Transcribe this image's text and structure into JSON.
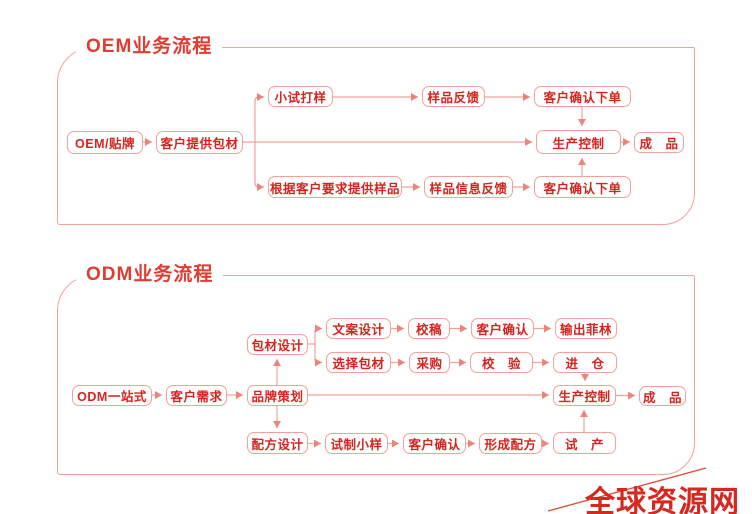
{
  "colors": {
    "line": "#f0a29b",
    "arrow": "#e8857d",
    "box_border": "#f0a29b",
    "box_text": "#d42420",
    "title": "#e23c31",
    "watermark": "#d6281f"
  },
  "oem": {
    "title": "OEM业务流程",
    "nodes": {
      "brand": {
        "label": "OEM/贴牌"
      },
      "packaging": {
        "label": "客户提供包材"
      },
      "trial": {
        "label": "小试打样"
      },
      "feedback": {
        "label": "样品反馈"
      },
      "confirm_top": {
        "label": "客户确认下单"
      },
      "production": {
        "label": "生产控制"
      },
      "finished": {
        "label": "成　品"
      },
      "samples": {
        "label": "根据客户要求提供样品"
      },
      "info_feedback": {
        "label": "样品信息反馈"
      },
      "confirm_bottom": {
        "label": "客户确认下单"
      }
    }
  },
  "odm": {
    "title": "ODM业务流程",
    "nodes": {
      "onestop": {
        "label": "ODM一站式"
      },
      "needs": {
        "label": "客户需求"
      },
      "brand_planning": {
        "label": "品牌策划"
      },
      "packaging_design": {
        "label": "包材设计"
      },
      "formula_design": {
        "label": "配方设计"
      },
      "copy_design": {
        "label": "文案设计"
      },
      "proofing": {
        "label": "校稿"
      },
      "confirm_a": {
        "label": "客户确认"
      },
      "film": {
        "label": "输出菲林"
      },
      "select_packaging": {
        "label": "选择包材"
      },
      "purchase": {
        "label": "采购"
      },
      "inspection": {
        "label": "校　验"
      },
      "warehouse": {
        "label": "进　仓"
      },
      "production": {
        "label": "生产控制"
      },
      "finished": {
        "label": "成　品"
      },
      "trial_sample": {
        "label": "试制小样"
      },
      "confirm_b": {
        "label": "客户确认"
      },
      "formula_formed": {
        "label": "形成配方"
      },
      "trial_production": {
        "label": "试　产"
      }
    }
  },
  "watermark": {
    "text": "全球资源网"
  }
}
